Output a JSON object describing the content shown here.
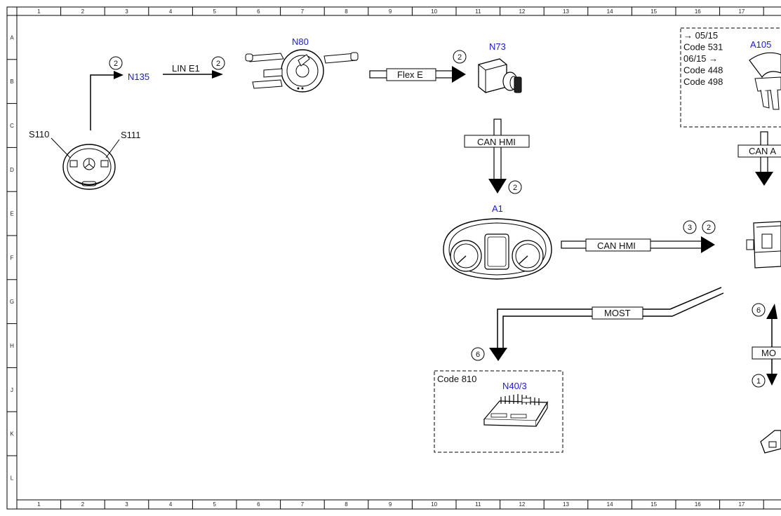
{
  "grid": {
    "columns": [
      "1",
      "2",
      "3",
      "4",
      "5",
      "6",
      "7",
      "8",
      "9",
      "10",
      "11",
      "12",
      "13",
      "14",
      "15",
      "16",
      "17"
    ],
    "rows": [
      "A",
      "B",
      "C",
      "D",
      "E",
      "F",
      "G",
      "H",
      "J",
      "K",
      "L"
    ]
  },
  "components": {
    "n135": "N135",
    "n80": "N80",
    "n73": "N73",
    "a1": "A1",
    "a105": "A105",
    "n40_3": "N40/3",
    "s110": "S110",
    "s111": "S111"
  },
  "buses": {
    "lin_e1": "LIN E1",
    "flex_e": "Flex E",
    "can_hmi_vertical": "CAN HMI",
    "can_hmi_horizontal": "CAN HMI",
    "most": "MOST",
    "can_a_partial": "CAN A",
    "mo_partial": "MO"
  },
  "codes": {
    "a105_box": [
      "→ 05/15",
      "Code 531",
      "06/15 →",
      "Code 448",
      "Code 498"
    ],
    "n40_3_box": "Code 810"
  },
  "markers": {
    "n135": "2",
    "lin_e1": "2",
    "n73": "2",
    "can_hmi_down": "2",
    "can_hmi_right_a": "3",
    "can_hmi_right_b": "2",
    "most_down": "6",
    "right_up": "6",
    "right_down": "1"
  }
}
